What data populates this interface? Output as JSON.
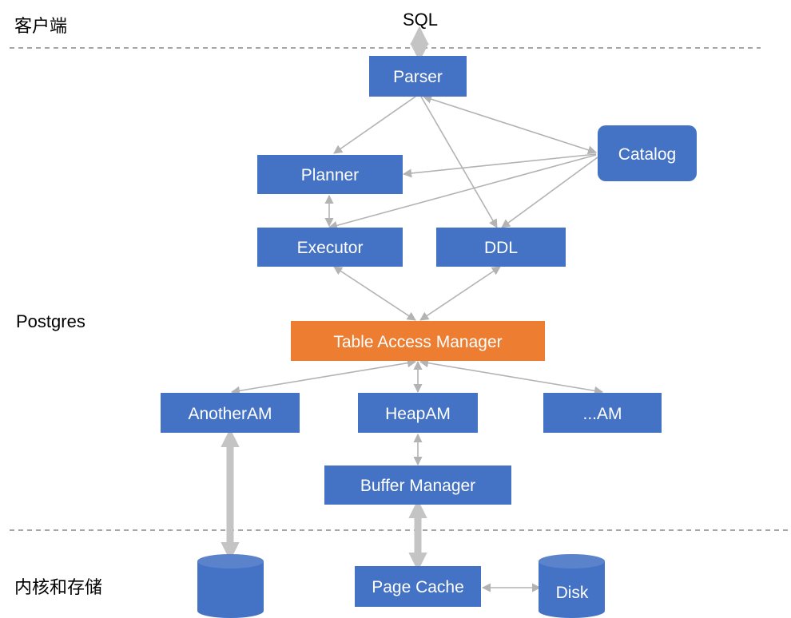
{
  "layers": {
    "client": "客户端",
    "postgres": "Postgres",
    "kernel_storage": "内核和存储"
  },
  "top_label": "SQL",
  "nodes": {
    "parser": "Parser",
    "planner": "Planner",
    "catalog": "Catalog",
    "executor": "Executor",
    "ddl": "DDL",
    "table_access_manager": "Table Access Manager",
    "another_am": "AnotherAM",
    "heap_am": "HeapAM",
    "other_am": "...AM",
    "buffer_manager": "Buffer Manager",
    "page_cache": "Page Cache",
    "disk": "Disk",
    "storage_db": ""
  },
  "colors": {
    "box_blue": "#4472c4",
    "accent_orange": "#ed7d31",
    "arrow_gray": "#b3b3b3",
    "divider_gray": "#a6a6a6"
  }
}
